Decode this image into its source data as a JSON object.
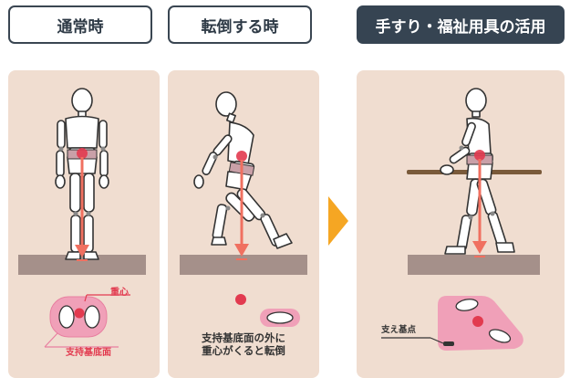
{
  "headers": {
    "normal": "通常時",
    "falling": "転倒する時",
    "assist": "手すり・福祉用具の活用"
  },
  "panel1": {
    "center_of_gravity": "重心",
    "base_of_support": "支持基底面"
  },
  "panel2": {
    "caption_line1": "支持基底面の外に",
    "caption_line2": "重心がくると転倒"
  },
  "panel3": {
    "support_point": "支え基点"
  },
  "colors": {
    "header_dark": "#364452",
    "panel_bg": "#f0ddd0",
    "ground": "#a5908a",
    "cog_red": "#e23a4f",
    "base_pink": "#f0a0b8",
    "arrow_orange": "#f5a623",
    "handrail": "#7a5a3a"
  }
}
